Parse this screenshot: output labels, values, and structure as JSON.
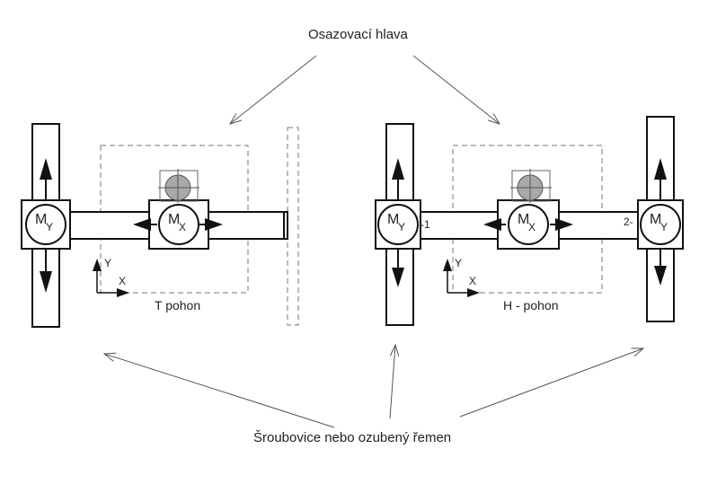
{
  "labels": {
    "head": "Osazovací hlava",
    "t_drive": "T pohon",
    "h_drive": "H -  pohon",
    "screw": "Šroubovice nebo ozubený řemen",
    "motor_m": "M",
    "sub_y": "Y",
    "sub_x": "X",
    "axis_y": "Y",
    "axis_x": "X",
    "conn_1": "-1",
    "conn_2": "2-"
  },
  "colors": {
    "line": "#111111",
    "dash": "#777777",
    "nozzle_fill": "#a9a9a9",
    "annotation": "#555555"
  }
}
